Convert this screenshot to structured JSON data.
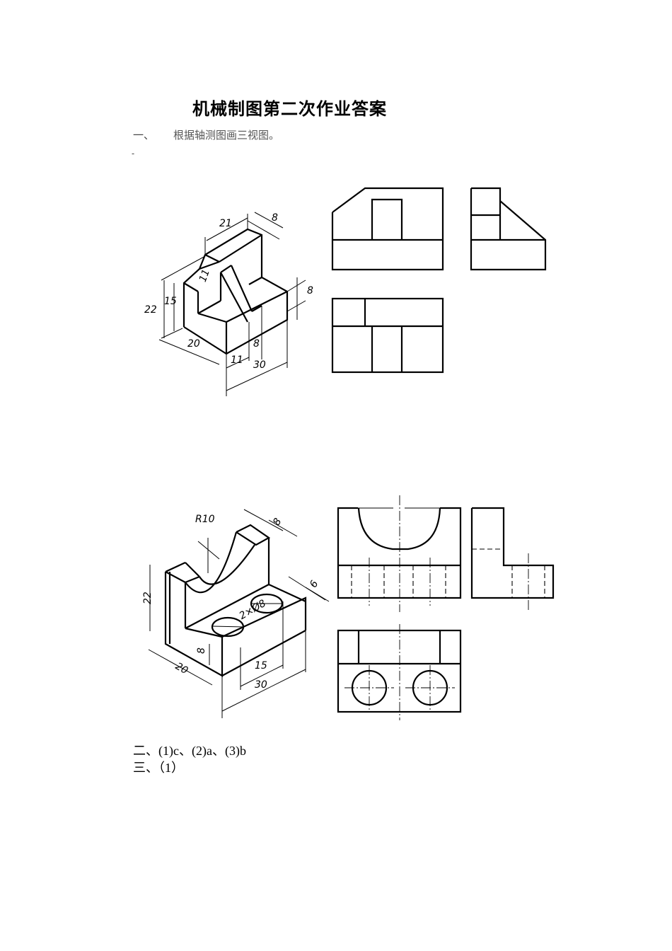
{
  "document": {
    "title": "机械制图第二次作业答案",
    "section1": {
      "number": "一、",
      "instruction": "根据轴测图画三视图。",
      "stray_mark": "-"
    },
    "problem1": {
      "isometric_dimensions": [
        "21",
        "8",
        "11",
        "22",
        "15",
        "8",
        "20",
        "11",
        "8",
        "30"
      ],
      "views": [
        "front-view",
        "left-view",
        "top-view"
      ]
    },
    "problem2": {
      "isometric_dimensions": [
        "R10",
        "8",
        "22",
        "6",
        "2×Ø8",
        "8",
        "20",
        "15",
        "30"
      ],
      "views": [
        "front-view",
        "left-view",
        "top-view"
      ]
    },
    "answers": {
      "section2": "二、(1)c、(2)a、(3)b",
      "section3": "三、（1）"
    }
  }
}
